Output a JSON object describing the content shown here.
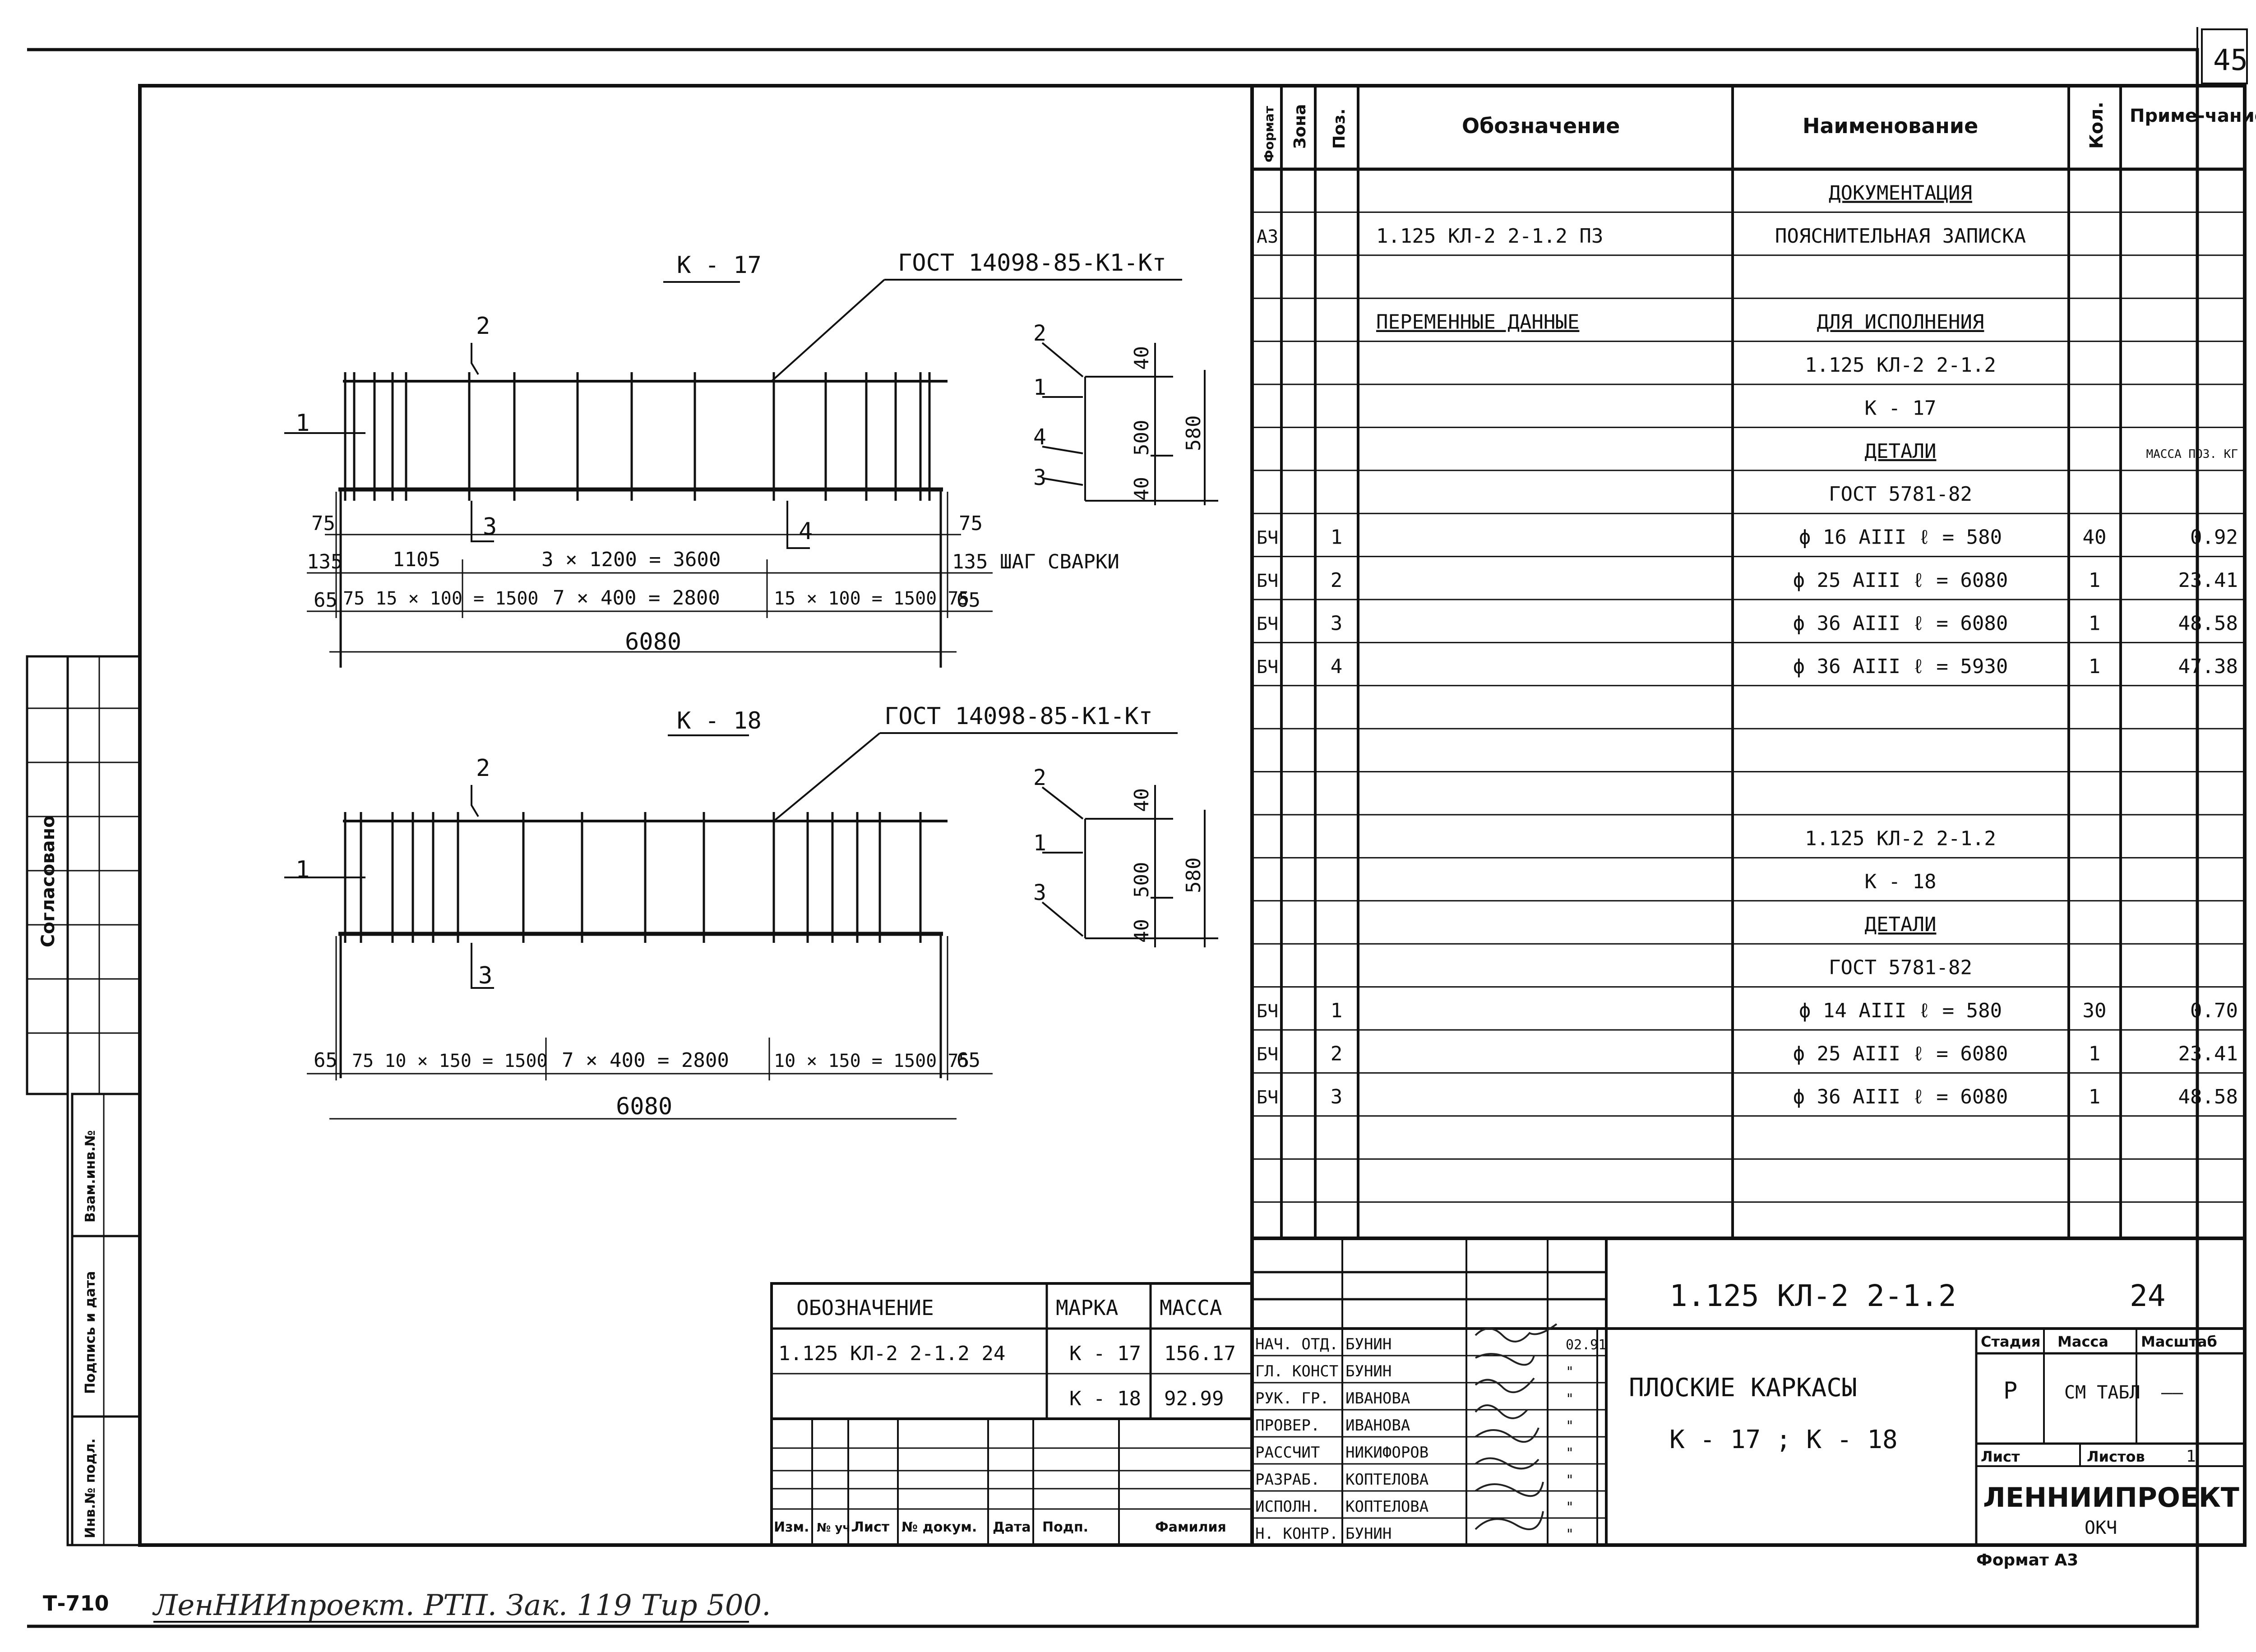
{
  "sheet": {
    "page_number": "45",
    "format": "Формат А3",
    "stamp_code": "Т-710",
    "bottom_note": "ЛенНИИпроект. РТП. Зак. 119 Тир 500.",
    "side_labels": [
      "Согласовано",
      "Взам.инв.№",
      "Подпись и дата",
      "Инв.№ подл."
    ]
  },
  "drawings": {
    "k17": {
      "title": "К - 17",
      "gost": "ГОСТ 14098-85-К1-Кт",
      "pos": [
        "1",
        "2",
        "3",
        "4"
      ],
      "dims": {
        "top_left_75": "75",
        "row_135_left": "135",
        "row_65_left": "65",
        "d1105": "1105",
        "d3x1200": "3 × 1200 = 3600",
        "d15x100_left": "75 15 × 100 = 1500",
        "d7x400": "7 × 400 = 2800",
        "d15x100_right": "15 × 100 = 1500 75",
        "top_right_75": "75",
        "row_135_right": "135 ШАГ СВАРКИ",
        "row_65_right": "65",
        "total": "6080"
      },
      "section": {
        "pos": [
          "2",
          "1",
          "4",
          "3"
        ],
        "d40_top": "40",
        "d500": "500",
        "d40_bot": "40",
        "d580": "580"
      }
    },
    "k18": {
      "title": "К - 18",
      "gost": "ГОСТ 14098-85-К1-Кт",
      "pos": [
        "1",
        "2",
        "3"
      ],
      "dims": {
        "left_65": "65",
        "d10x150_left": "75 10 × 150 = 1500",
        "d7x400": "7 × 400 = 2800",
        "d10x150_right": "10 × 150 = 1500 75",
        "right_65": "65",
        "total": "6080"
      },
      "section": {
        "pos": [
          "2",
          "1",
          "3"
        ],
        "d40_top": "40",
        "d500": "500",
        "d40_bot": "40",
        "d580": "580"
      }
    }
  },
  "spec": {
    "headers": {
      "format": "Формат",
      "zone": "Зона",
      "pos": "Поз.",
      "designation": "Обозначение",
      "name": "Наименование",
      "qty": "Кол.",
      "note": "Приме-чание"
    },
    "rows": [
      {
        "format": "",
        "pos": "",
        "designation": "",
        "name": "ДОКУМЕНТАЦИЯ",
        "underline": true,
        "qty": "",
        "note": ""
      },
      {
        "format": "А3",
        "pos": "",
        "designation": "1.125 КЛ-2  2-1.2      ПЗ",
        "name": "ПОЯСНИТЕЛЬНАЯ ЗАПИСКА",
        "underline": false,
        "qty": "",
        "note": ""
      },
      {
        "format": "",
        "pos": "",
        "designation": "",
        "name": "",
        "underline": false,
        "qty": "",
        "note": ""
      },
      {
        "format": "",
        "pos": "",
        "designation": "ПЕРЕМЕННЫЕ ДАННЫЕ",
        "designation_underline": true,
        "name": "ДЛЯ ИСПОЛНЕНИЯ",
        "underline": true,
        "qty": "",
        "note": ""
      },
      {
        "format": "",
        "pos": "",
        "designation": "",
        "name": "1.125 КЛ-2  2-1.2",
        "underline": false,
        "qty": "",
        "note": ""
      },
      {
        "format": "",
        "pos": "",
        "designation": "",
        "name": "К - 17",
        "underline": false,
        "qty": "",
        "note": ""
      },
      {
        "format": "",
        "pos": "",
        "designation": "",
        "name": "ДЕТАЛИ",
        "underline": true,
        "qty": "",
        "note": "МАССА ПОЗ. КГ"
      },
      {
        "format": "",
        "pos": "",
        "designation": "",
        "name": "ГОСТ 5781-82",
        "underline": false,
        "qty": "",
        "note": ""
      },
      {
        "format": "БЧ",
        "pos": "1",
        "designation": "",
        "name": "ϕ 16 АIII   ℓ = 580",
        "underline": false,
        "qty": "40",
        "note": "0.92"
      },
      {
        "format": "БЧ",
        "pos": "2",
        "designation": "",
        "name": "ϕ 25 АIII   ℓ = 6080",
        "underline": false,
        "qty": "1",
        "note": "23.41"
      },
      {
        "format": "БЧ",
        "pos": "3",
        "designation": "",
        "name": "ϕ 36 АIII   ℓ = 6080",
        "underline": false,
        "qty": "1",
        "note": "48.58"
      },
      {
        "format": "БЧ",
        "pos": "4",
        "designation": "",
        "name": "ϕ 36 АIII   ℓ = 5930",
        "underline": false,
        "qty": "1",
        "note": "47.38"
      },
      {
        "format": "",
        "pos": "",
        "designation": "",
        "name": "",
        "underline": false,
        "qty": "",
        "note": ""
      },
      {
        "format": "",
        "pos": "",
        "designation": "",
        "name": "",
        "underline": false,
        "qty": "",
        "note": ""
      },
      {
        "format": "",
        "pos": "",
        "designation": "",
        "name": "",
        "underline": false,
        "qty": "",
        "note": ""
      },
      {
        "format": "",
        "pos": "",
        "designation": "",
        "name": "1.125 КЛ-2  2-1.2",
        "underline": false,
        "qty": "",
        "note": ""
      },
      {
        "format": "",
        "pos": "",
        "designation": "",
        "name": "К - 18",
        "underline": false,
        "qty": "",
        "note": ""
      },
      {
        "format": "",
        "pos": "",
        "designation": "",
        "name": "ДЕТАЛИ",
        "underline": true,
        "qty": "",
        "note": ""
      },
      {
        "format": "",
        "pos": "",
        "designation": "",
        "name": "ГОСТ 5781-82",
        "underline": false,
        "qty": "",
        "note": ""
      },
      {
        "format": "БЧ",
        "pos": "1",
        "designation": "",
        "name": "ϕ 14 АIII   ℓ = 580",
        "underline": false,
        "qty": "30",
        "note": "0.70"
      },
      {
        "format": "БЧ",
        "pos": "2",
        "designation": "",
        "name": "ϕ 25 АIII   ℓ = 6080",
        "underline": false,
        "qty": "1",
        "note": "23.41"
      },
      {
        "format": "БЧ",
        "pos": "3",
        "designation": "",
        "name": "ϕ 36 АIII   ℓ = 6080",
        "underline": false,
        "qty": "1",
        "note": "48.58"
      },
      {
        "format": "",
        "pos": "",
        "designation": "",
        "name": "",
        "underline": false,
        "qty": "",
        "note": ""
      },
      {
        "format": "",
        "pos": "",
        "designation": "",
        "name": "",
        "underline": false,
        "qty": "",
        "note": ""
      },
      {
        "format": "",
        "pos": "",
        "designation": "",
        "name": "",
        "underline": false,
        "qty": "",
        "note": ""
      }
    ]
  },
  "mass_table": {
    "headers": [
      "ОБОЗНАЧЕНИЕ",
      "МАРКА",
      "МАССА"
    ],
    "rows": [
      {
        "designation": "1.125 КЛ-2 2-1.2  24",
        "mark": "К - 17",
        "mass": "156.17"
      },
      {
        "designation": "",
        "mark": "К - 18",
        "mass": "92.99"
      }
    ]
  },
  "revisions": {
    "headers": [
      "Изм.",
      "№ уч.",
      "Лист",
      "№ докум.",
      "Дата",
      "Подп.",
      "Фамилия"
    ]
  },
  "title_block": {
    "code": "1.125 КЛ-2    2-1.2",
    "sheet_no": "24",
    "title_line1": "ПЛОСКИЕ    КАРКАСЫ",
    "title_line2": "К - 17  ;  К - 18",
    "stage_label": "Стадия",
    "mass_label": "Масса",
    "scale_label": "Масштаб",
    "stage": "Р",
    "mass_value": "СМ ТАБЛ",
    "scale_value": "——",
    "sheet_label": "Лист",
    "sheets_label": "Листов",
    "sheets_value": "1",
    "org": "ЛЕННИИПРОЕКТ",
    "dept": "ОКЧ",
    "people": [
      {
        "role": "НАЧ. ОТД.",
        "name": "БУНИН",
        "date": "02.91"
      },
      {
        "role": "ГЛ. КОНСТ",
        "name": "БУНИН",
        "date": "\""
      },
      {
        "role": "РУК. ГР.",
        "name": "ИВАНОВА",
        "date": "\""
      },
      {
        "role": "ПРОВЕР.",
        "name": "ИВАНОВА",
        "date": "\""
      },
      {
        "role": "РАССЧИТ",
        "name": "НИКИФОРОВ",
        "date": "\""
      },
      {
        "role": "РАЗРАБ.",
        "name": "КОПТЕЛОВА",
        "date": "\""
      },
      {
        "role": "ИСПОЛН.",
        "name": "КОПТЕЛОВА",
        "date": "\""
      },
      {
        "role": "Н. КОНТР.",
        "name": "БУНИН",
        "date": "\""
      }
    ]
  }
}
